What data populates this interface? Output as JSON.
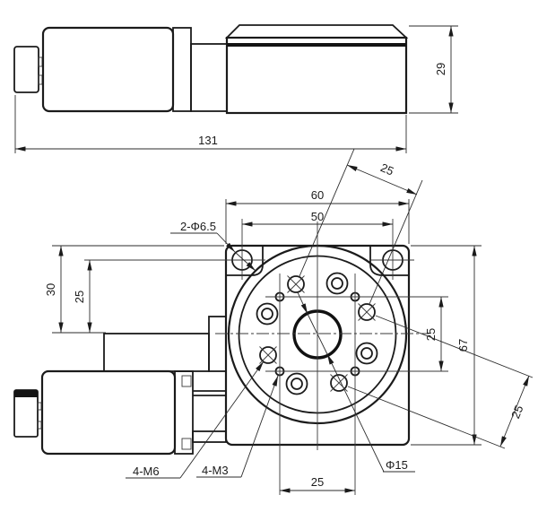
{
  "drawing": {
    "title": "rotary-stage-two-view-dimension-drawing",
    "side_view": {
      "overall_length": "131",
      "stage_height": "29"
    },
    "plan_view": {
      "plate_width": "60",
      "corner_hole_spacing": "50",
      "corner_holes_label": "2-Φ6.5",
      "top_edge_to_center": "30",
      "corner_hole_to_center": "25",
      "m3_vertical_spacing": "25",
      "plate_height": "67",
      "m6_diag_top_spacing": "25",
      "m6_diag_right_spacing": "25",
      "m3_horizontal_spacing": "25",
      "m6_holes_label": "4-M6",
      "m3_holes_label": "4-M3",
      "center_bore_label": "Φ15"
    }
  }
}
